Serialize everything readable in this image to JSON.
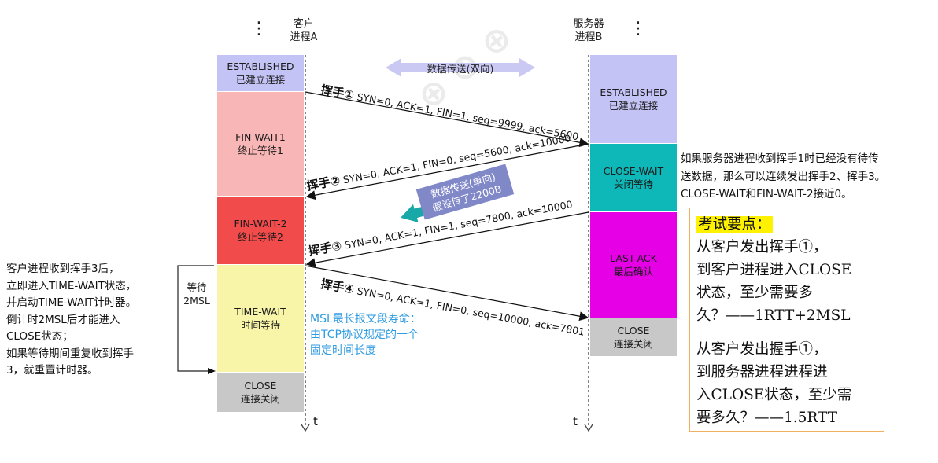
{
  "client": {
    "dots": "⋮",
    "header_line1": "客户",
    "header_line2": "进程A",
    "states": [
      {
        "en": "ESTABLISHED",
        "zh": "已建立连接",
        "color": "#c3c3f5"
      },
      {
        "en": "FIN-WAIT1",
        "zh": "终止等待1",
        "color": "#f9b6b6"
      },
      {
        "en": "FIN-WAIT-2",
        "zh": "终止等待2",
        "color": "#f24b4b"
      },
      {
        "en": "TIME-WAIT",
        "zh": "时间等待",
        "color": "#f8f5a8"
      },
      {
        "en": "CLOSE",
        "zh": "连接关闭",
        "color": "#c8c8c8"
      }
    ],
    "time_label": "t"
  },
  "server": {
    "dots": "⋮",
    "header_line1": "服务器",
    "header_line2": "进程B",
    "states": [
      {
        "en": "ESTABLISHED",
        "zh": "已建立连接",
        "color": "#c3c3f5"
      },
      {
        "en": "CLOSE-WAIT",
        "zh": "关闭等待",
        "color": "#0fb8b8"
      },
      {
        "en": "LAST-ACK",
        "zh": "最后确认",
        "color": "#e600e6"
      },
      {
        "en": "CLOSE",
        "zh": "连接关闭",
        "color": "#c8c8c8"
      }
    ],
    "time_label": "t"
  },
  "messages": [
    {
      "label": "挥手①",
      "text": "SYN=0, ACK=1, FIN=1, seq=9999, ack=5600"
    },
    {
      "label": "挥手②",
      "text": "SYN=0, ACK=1, FIN=0, seq=5600, ack=10000"
    },
    {
      "label": "挥手③",
      "text": "SYN=0, ACK=1, FIN=1, seq=7800, ack=10000"
    },
    {
      "label": "挥手④",
      "text": "SYN=0, ACK=1, FIN=0, seq=10000, ack=7801"
    }
  ],
  "transfer_bidirectional": "数据传送(双向)",
  "transfer_oneway": {
    "line1": "数据传送(单向)",
    "line2": "假设传了2200B"
  },
  "wait_2msl": {
    "line1": "等待",
    "line2": "2MSL"
  },
  "msl_note": [
    "MSL最长报文段寿命：",
    "由TCP协议规定的一个",
    "固定时间长度"
  ],
  "left_note": [
    "客户进程收到挥手3后，",
    "立即进入TIME-WAIT状态，",
    "并启动TIME-WAIT计时器。",
    "倒计时2MSL后才能进入",
    "CLOSE状态；",
    "如果等待期间重复收到挥手",
    "3，就重置计时器。"
  ],
  "right_note": [
    "如果服务器进程收到挥手1时已经没有待传",
    "送数据，那么可以连续发出挥手2、挥手3。",
    "CLOSE-WAIT和FIN-WAIT-2接近0。"
  ],
  "exam": {
    "title": "考试要点：",
    "q1": [
      "从客户发出挥手①，",
      "到客户进程进入CLOSE",
      "状态，至少需要多",
      "久？——1RTT+2MSL"
    ],
    "q2": [
      "从客户发出握手①，",
      "到服务器进程进程进",
      "入CLOSE状态，至少需",
      "要多久？——1.5RTT"
    ]
  },
  "colors": {
    "arrow_blue": "#9090dd",
    "teal_arrow": "#18a8a8",
    "exam_border": "#f0b060",
    "highlight": "#fff200"
  }
}
